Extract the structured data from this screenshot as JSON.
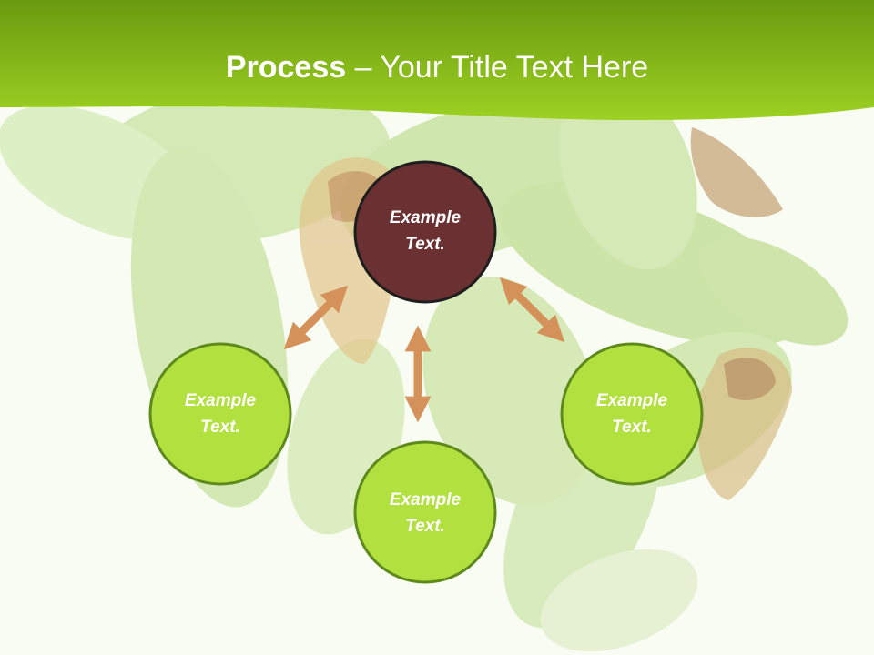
{
  "title": {
    "bold": "Process",
    "separator": " – ",
    "rest": "Your Title Text Here"
  },
  "nodes": [
    {
      "line1": "Example",
      "line2": "Text."
    },
    {
      "line1": "Example",
      "line2": "Text."
    },
    {
      "line1": "Example",
      "line2": "Text."
    },
    {
      "line1": "Example",
      "line2": "Text."
    }
  ],
  "colors": {
    "banner_top": "#6a9a10",
    "banner_bottom": "#9ccf21",
    "center_node": "#6a3032",
    "outer_node": "#b2e03e",
    "node_border": "#5e8a1c",
    "arrow": "#d4915a"
  }
}
